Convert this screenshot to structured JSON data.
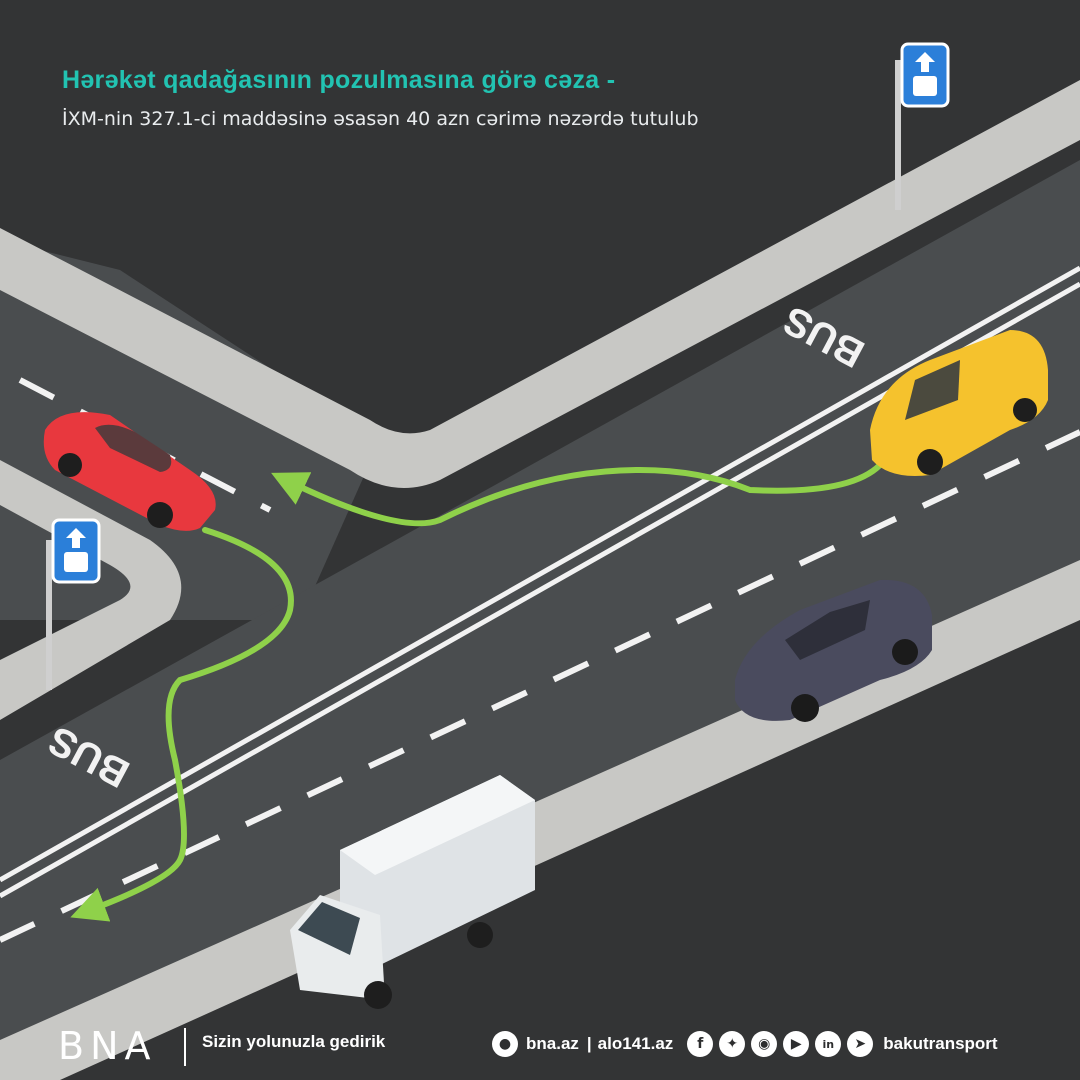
{
  "header": {
    "title": "Hərəkət qadağasının pozulmasına görə cəza -",
    "subtitle": "İXM-nin 327.1-ci maddəsinə əsasən 40 azn cərimə nəzərdə tutulub"
  },
  "road_markings": {
    "bus_top": "BUS",
    "bus_bottom": "BUS"
  },
  "colors": {
    "accent": "#22c3b2",
    "asphalt": "#3a3c3d",
    "road": "#4a4d4f",
    "sidewalk": "#c9c9c6",
    "arrow": "#8fd14a",
    "sign": "#2b7fd9"
  },
  "footer": {
    "logo": "BNA",
    "slogan": "Sizin yolunuzla gedirik",
    "site_1": "bna.az",
    "separator": "|",
    "site_2": "alo141.az",
    "handle": "bakutransport",
    "icons": [
      "globe-icon",
      "facebook-icon",
      "twitter-icon",
      "instagram-icon",
      "youtube-icon",
      "linkedin-icon",
      "telegram-icon"
    ]
  }
}
